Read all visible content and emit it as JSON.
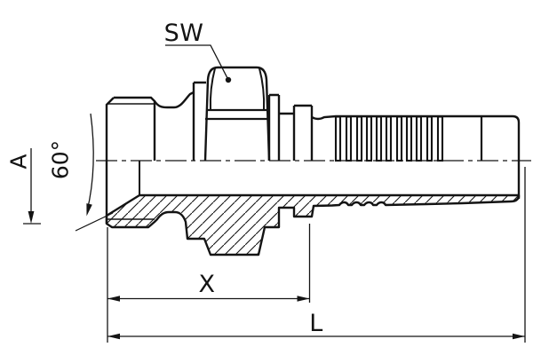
{
  "labels": {
    "wrench_size": "SW",
    "thread_size": "A",
    "cone_angle": "60°",
    "cutoff_length": "X",
    "overall_length": "L"
  },
  "colors": {
    "line": "#141414",
    "background": "#ffffff"
  }
}
